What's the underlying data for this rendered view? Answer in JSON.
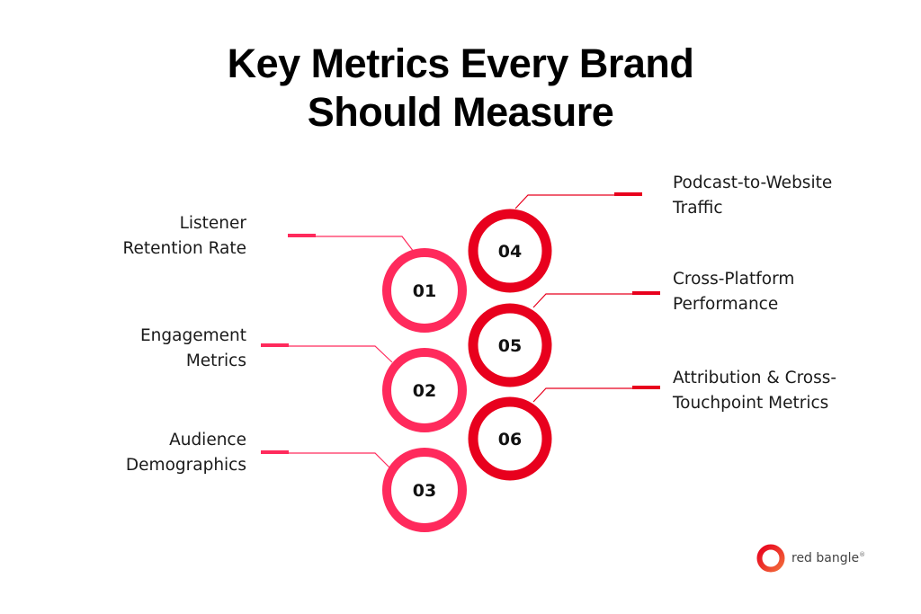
{
  "title": {
    "line1": "Key Metrics Every Brand",
    "line2": "Should Measure"
  },
  "colors": {
    "left_accent": "#ff2a5c",
    "right_accent": "#e8001d",
    "text": "#1a1a1a"
  },
  "metrics": [
    {
      "number": "01",
      "line1": "Listener",
      "line2": "Retention Rate",
      "side": "left"
    },
    {
      "number": "02",
      "line1": "Engagement",
      "line2": "Metrics",
      "side": "left"
    },
    {
      "number": "03",
      "line1": "Audience",
      "line2": "Demographics",
      "side": "left"
    },
    {
      "number": "04",
      "line1": "Podcast-to-Website",
      "line2": "Traffic",
      "side": "right"
    },
    {
      "number": "05",
      "line1": "Cross-Platform",
      "line2": "Performance",
      "side": "right"
    },
    {
      "number": "06",
      "line1": "Attribution & Cross-",
      "line2": "Touchpoint Metrics",
      "side": "right"
    }
  ],
  "logo": {
    "text": "red bangle",
    "mark": "®"
  }
}
